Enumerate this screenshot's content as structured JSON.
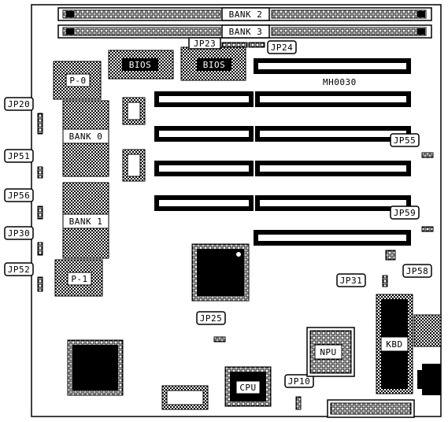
{
  "diagram": {
    "model": "MH0030",
    "labels": {
      "bank2": "BANK 2",
      "bank3": "BANK 3",
      "bios1": "BIOS",
      "bios2": "BIOS",
      "p0": "P-0",
      "p1": "P-1",
      "bank0": "BANK 0",
      "bank1": "BANK 1",
      "npu": "NPU",
      "cpu": "CPU",
      "kbd": "KBD"
    },
    "jumpers": {
      "jp20": "JP20",
      "jp51": "JP51",
      "jp56": "JP56",
      "jp30": "JP30",
      "jp52": "JP52",
      "jp23": "JP23",
      "jp24": "JP24",
      "jp55": "JP55",
      "jp59": "JP59",
      "jp58": "JP58",
      "jp31": "JP31",
      "jp25": "JP25",
      "jp10": "JP10"
    }
  }
}
